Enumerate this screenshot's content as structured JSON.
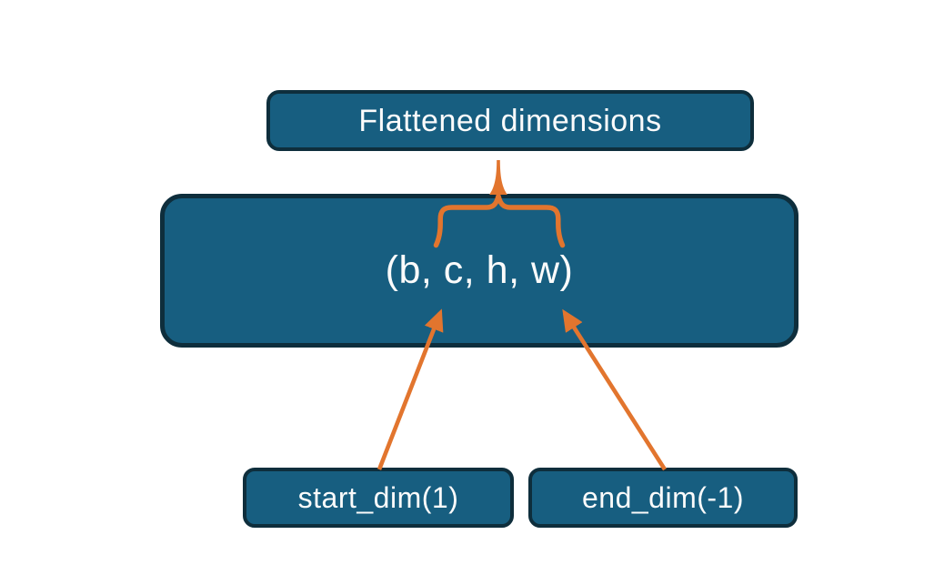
{
  "diagram": {
    "nodes": {
      "flattened": {
        "label": "Flattened dimensions"
      },
      "tensor": {
        "label": "(b, c, h, w)"
      },
      "start_dim": {
        "label": "start_dim(1)"
      },
      "end_dim": {
        "label": "end_dim(-1)"
      }
    },
    "colors": {
      "node_fill": "#175E80",
      "node_border": "#0E2E3C",
      "accent_orange": "#E2752E",
      "text": "#FBFBFB",
      "background": "#FFFFFF"
    }
  }
}
